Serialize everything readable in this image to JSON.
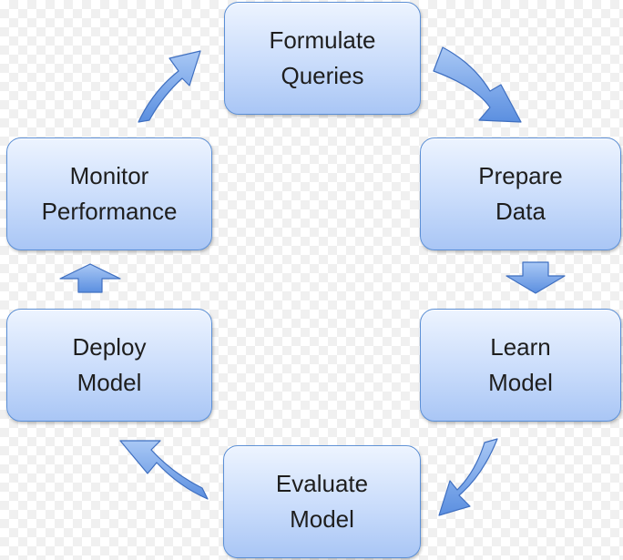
{
  "diagram": {
    "nodes": [
      {
        "id": "formulate",
        "label": "Formulate\nQueries"
      },
      {
        "id": "prepare",
        "label": "Prepare\nData"
      },
      {
        "id": "learn",
        "label": "Learn\nModel"
      },
      {
        "id": "evaluate",
        "label": "Evaluate\nModel"
      },
      {
        "id": "deploy",
        "label": "Deploy\nModel"
      },
      {
        "id": "monitor",
        "label": "Monitor\nPerformance"
      }
    ],
    "edges": [
      {
        "from": "formulate",
        "to": "prepare"
      },
      {
        "from": "prepare",
        "to": "learn"
      },
      {
        "from": "learn",
        "to": "evaluate"
      },
      {
        "from": "evaluate",
        "to": "deploy"
      },
      {
        "from": "deploy",
        "to": "monitor"
      },
      {
        "from": "monitor",
        "to": "formulate"
      }
    ],
    "colors": {
      "node_border": "#5b8fd6",
      "node_fill_top": "#edf4ff",
      "node_fill_bottom": "#a9c6f5",
      "arrow_fill_light": "#a9c8f5",
      "arrow_fill_dark": "#5b8fe0",
      "arrow_stroke": "#3f6fc0",
      "text": "#1e1e1e"
    }
  }
}
